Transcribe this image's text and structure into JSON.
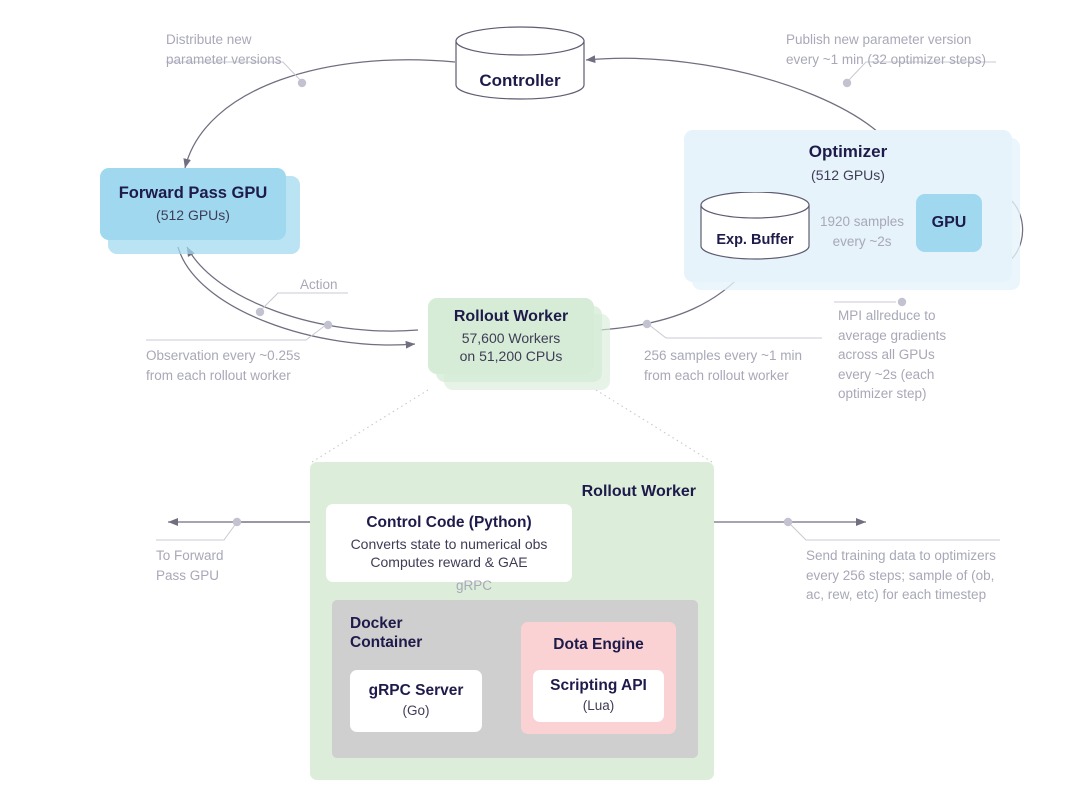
{
  "diagram": {
    "title": "OpenAI Five distributed training system architecture",
    "colors": {
      "blue": "#9fd8ef",
      "panel_blue": "#e6f3fb",
      "green": "#d6ecd7",
      "panel_green": "#dcedd9",
      "gray": "#cfcfcf",
      "pink": "#fad2d4",
      "white": "#ffffff",
      "title_text": "#1e1b4b",
      "sub_text": "#3f3d56",
      "annotation_text": "#a8a8b8",
      "wire": "#6f6f80"
    }
  },
  "nodes": {
    "controller": {
      "label": "Controller"
    },
    "forward_pass_gpu": {
      "title": "Forward Pass GPU",
      "sub": "(512 GPUs)"
    },
    "optimizer": {
      "title": "Optimizer",
      "sub": "(512 GPUs)"
    },
    "exp_buffer": {
      "label": "Exp. Buffer"
    },
    "optimizer_gpu": {
      "label": "GPU"
    },
    "rollout_worker": {
      "title": "Rollout Worker",
      "sub_line1": "57,600 Workers",
      "sub_line2": "on 51,200 CPUs"
    },
    "detail_panel": {
      "title": "Rollout Worker"
    },
    "control_code": {
      "title": "Control Code (Python)",
      "sub_line1": "Converts state to numerical obs",
      "sub_line2": "Computes reward & GAE"
    },
    "docker_container": {
      "title_line1": "Docker",
      "title_line2": "Container"
    },
    "grpc_server": {
      "title": "gRPC Server",
      "sub": "(Go)"
    },
    "dota_engine": {
      "title": "Dota Engine"
    },
    "scripting_api": {
      "title": "Scripting API",
      "sub": "(Lua)"
    }
  },
  "annotations": {
    "distribute": "Distribute new\nparameter versions",
    "publish": "Publish new parameter version\nevery ~1 min (32 optimizer steps)",
    "action": "Action",
    "observation": "Observation every ~0.25s\nfrom each rollout worker",
    "samples_256": "256 samples every ~1 min\nfrom each rollout worker",
    "samples_1920": "1920 samples\nevery ~2s",
    "mpi": "MPI allreduce to\naverage gradients\nacross all GPUs\nevery ~2s (each\noptimizer step)",
    "to_forward_pass": "To Forward\nPass GPU",
    "send_training": "Send training data to optimizers\nevery 256 steps; sample of (ob,\nac, rew, etc) for each timestep",
    "grpc": "gRPC"
  }
}
